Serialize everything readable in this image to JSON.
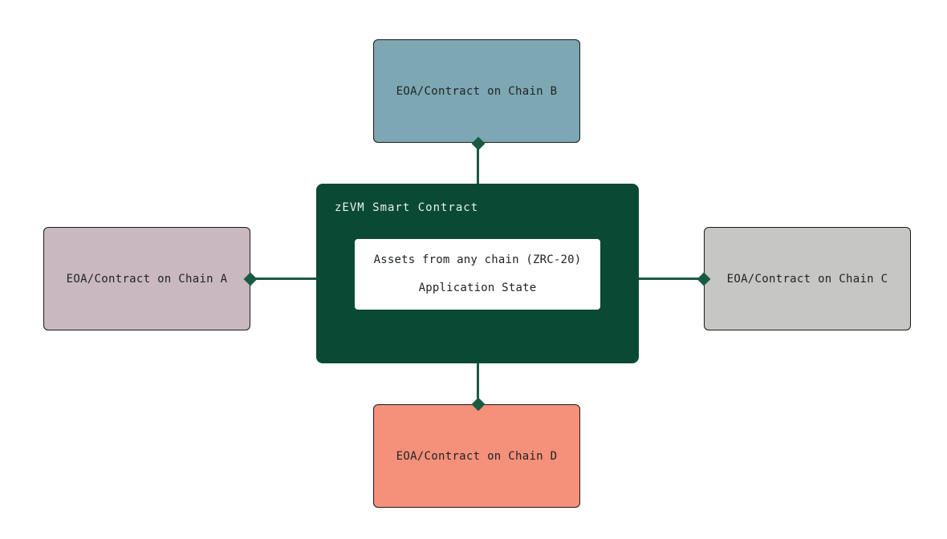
{
  "diagram": {
    "background": "#ffffff",
    "edge_color": "#1A5A43",
    "node_border_color": "#1A1A1A",
    "node_text_color": "#212423",
    "nodes": {
      "chain_b": {
        "label": "EOA/Contract on Chain B",
        "fill": "#7CA7B3"
      },
      "chain_a": {
        "label": "EOA/Contract on Chain A",
        "fill": "#C9B8BF"
      },
      "chain_c": {
        "label": "EOA/Contract on Chain C",
        "fill": "#C6C6C4"
      },
      "chain_d": {
        "label": "EOA/Contract on Chain D",
        "fill": "#F5907A"
      },
      "zevm": {
        "title": "zEVM Smart Contract",
        "title_color": "#E9F1EC",
        "fill": "#0A4A35",
        "inner_fill": "#FFFFFF",
        "inner_text_color": "#202423",
        "inner_line1": "Assets from any chain (ZRC-20)",
        "inner_line2": "Application State"
      }
    }
  }
}
